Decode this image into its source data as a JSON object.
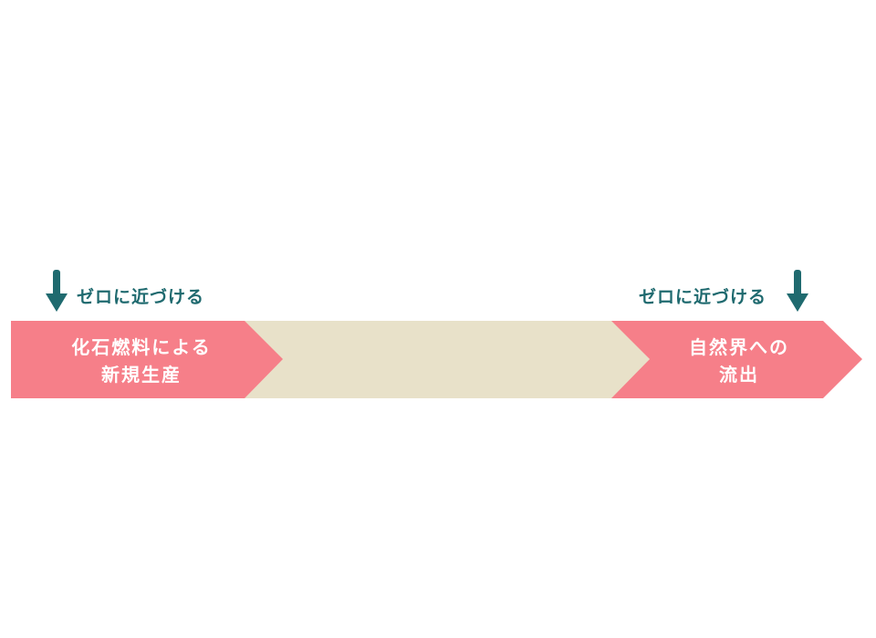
{
  "colors": {
    "pink": "#f67f89",
    "beige": "#e8e1c9",
    "teal": "#1f6a6f"
  },
  "left": {
    "note": "ゼロに近づける",
    "line1": "化石燃料による",
    "line2": "新規生産"
  },
  "right": {
    "note": "ゼロに近づける",
    "line1": "自然界への",
    "line2": "流出"
  }
}
